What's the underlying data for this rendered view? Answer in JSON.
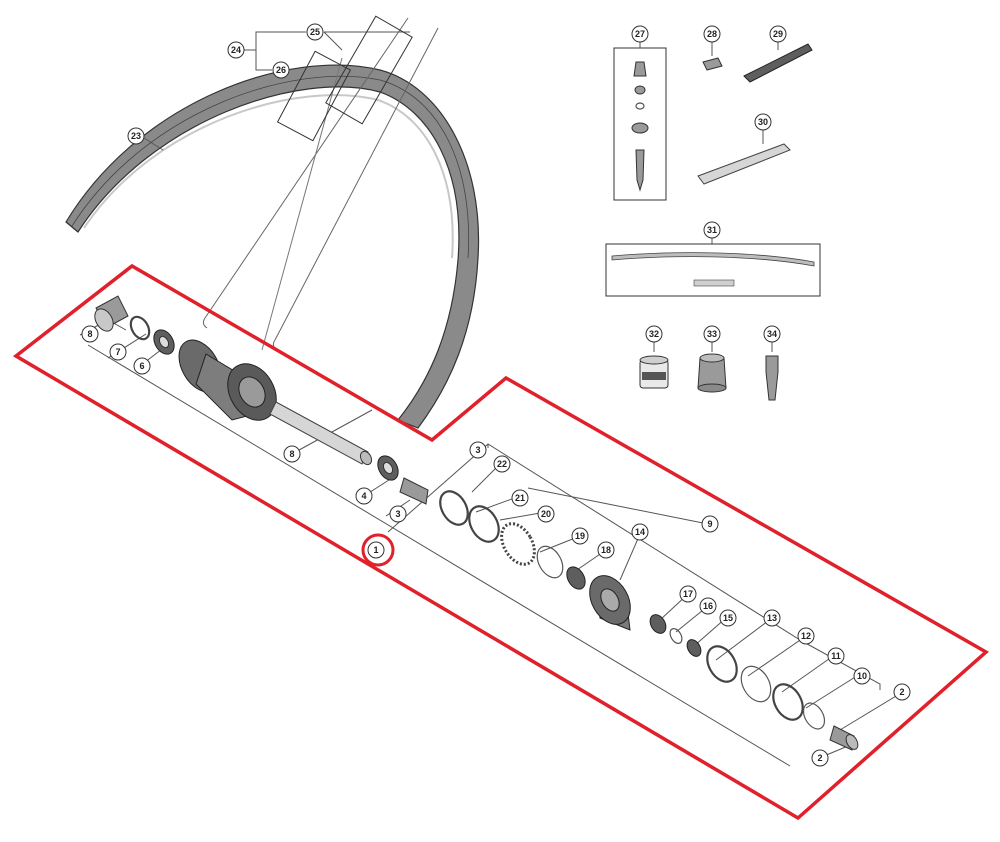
{
  "callouts": {
    "c1": "1",
    "c2a": "2",
    "c2b": "2",
    "c3a": "3",
    "c3b": "3",
    "c4": "4",
    "c6": "6",
    "c7": "7",
    "c8": "8",
    "c8b": "8",
    "c9": "9",
    "c10": "10",
    "c11": "11",
    "c12": "12",
    "c13": "13",
    "c14": "14",
    "c15": "15",
    "c16": "16",
    "c17": "17",
    "c18": "18",
    "c19": "19",
    "c20": "20",
    "c21": "21",
    "c22": "22",
    "c23": "23",
    "c24": "24",
    "c25": "25",
    "c26": "26",
    "c27": "27",
    "c28": "28",
    "c29": "29",
    "c30": "30",
    "c31": "31",
    "c32": "32",
    "c33": "33",
    "c34": "34"
  },
  "colors": {
    "highlight": "#e0202a",
    "line": "#555555",
    "part": "#9a9a9a"
  }
}
